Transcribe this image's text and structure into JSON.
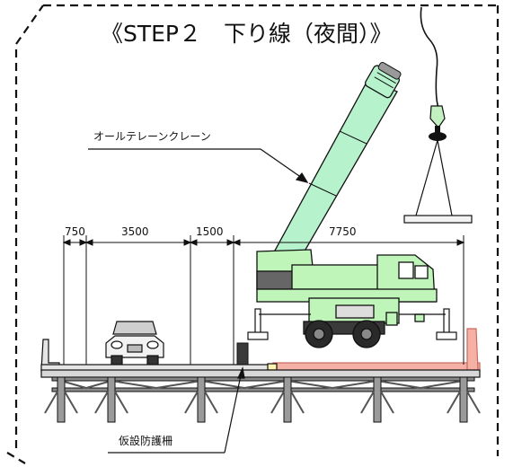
{
  "title": "《STEP２　下り線（夜間）》",
  "labels": {
    "crane": "オールテレーンクレーン",
    "barrier": "仮設防護柵"
  },
  "dimensions": [
    "750",
    "3500",
    "1500",
    "7750"
  ],
  "colors": {
    "crane_green": "#bff5b8",
    "boom_green": "#b6f2cc",
    "road_red": "#f6b1a6",
    "deck_gray": "#e5e5e5",
    "barrier_dark": "#3a3a3a"
  }
}
